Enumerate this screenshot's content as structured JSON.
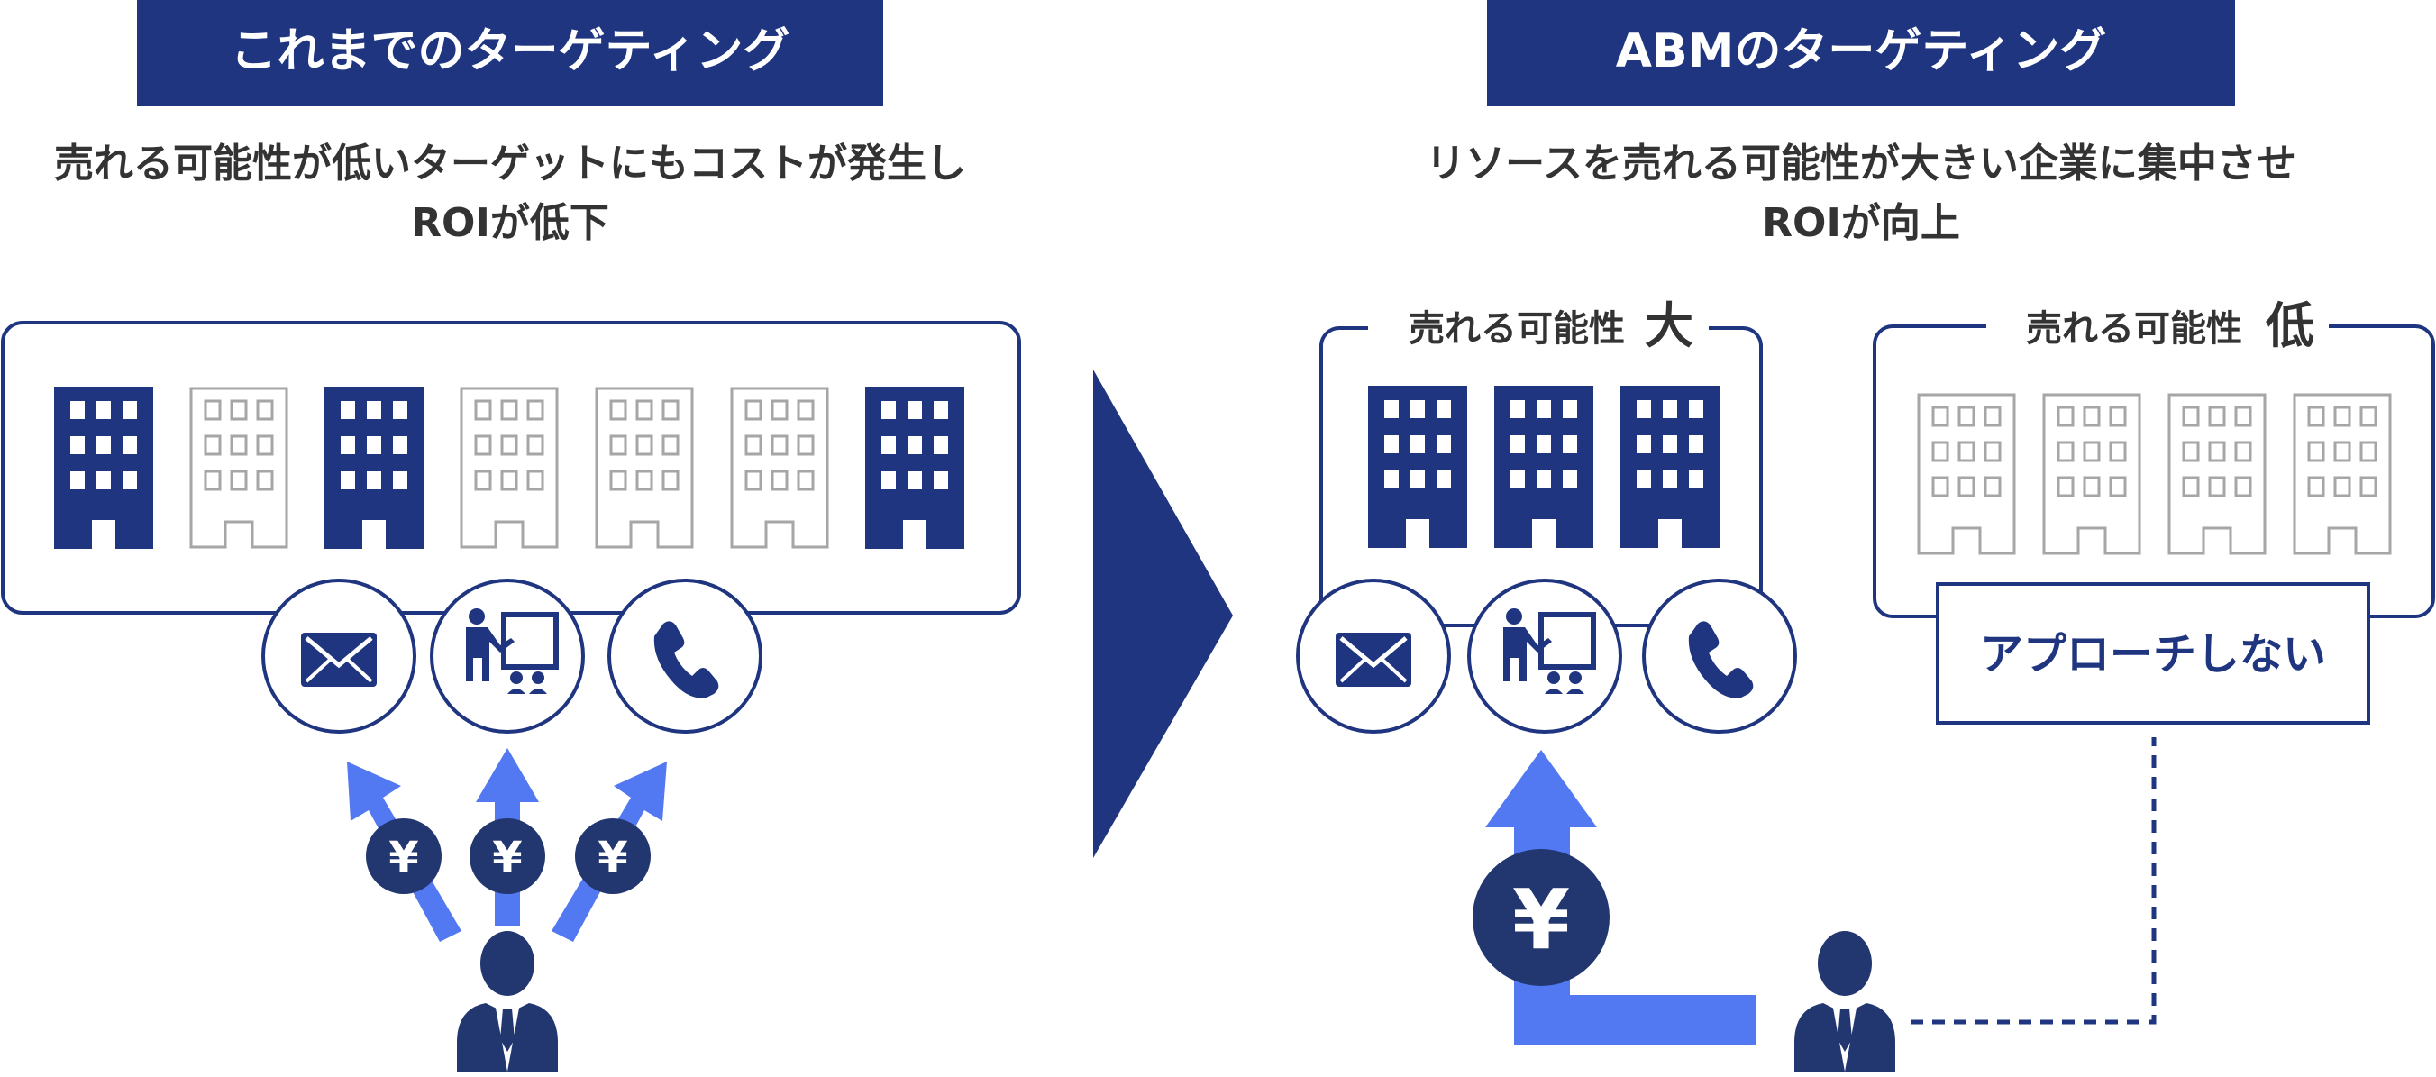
{
  "colors": {
    "navy": "#1F3580",
    "navy_dark": "#22366F",
    "arrow_blue": "#5278F2",
    "gray_outline": "#A6A6A6",
    "text_dark": "#333333",
    "white": "#FFFFFF"
  },
  "left": {
    "title": "これまでのターゲティング",
    "subtitle_line1": "売れる可能性が低いターゲットにもコストが発生し",
    "subtitle_line2": "ROIが低下",
    "buildings": [
      "filled",
      "outline",
      "filled",
      "outline",
      "outline",
      "outline",
      "filled"
    ],
    "channels": [
      "mail-icon",
      "seminar-icon",
      "phone-icon"
    ],
    "costs": [
      "¥",
      "¥",
      "¥"
    ]
  },
  "right": {
    "title": "ABMのターゲティング",
    "subtitle_line1": "リソースを売れる可能性が大きい企業に集中させ",
    "subtitle_line2": "ROIが向上",
    "high_group_label": "売れる可能性",
    "high_group_mark": "大",
    "low_group_label": "売れる可能性",
    "low_group_mark": "低",
    "high_buildings": [
      "filled",
      "filled",
      "filled"
    ],
    "low_buildings": [
      "outline",
      "outline",
      "outline",
      "outline"
    ],
    "channels": [
      "mail-icon",
      "seminar-icon",
      "phone-icon"
    ],
    "cost": "¥",
    "no_approach": "アプローチしない"
  },
  "transition_arrow": "chevron-right-icon"
}
